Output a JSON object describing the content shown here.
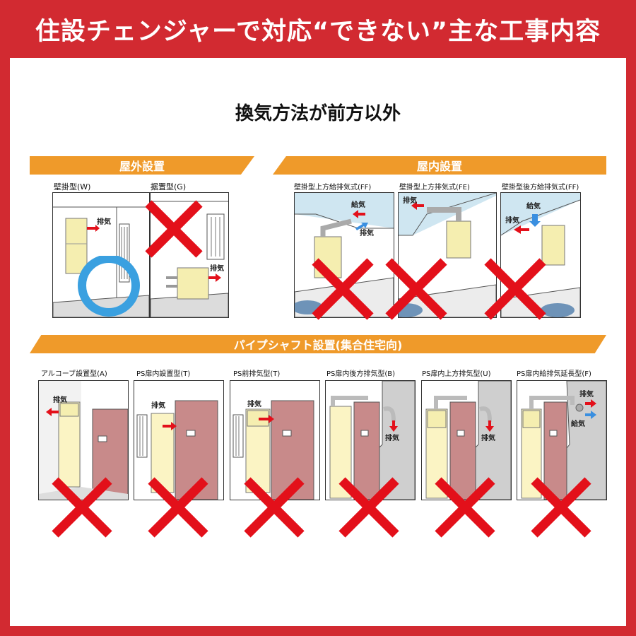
{
  "header": {
    "title": "住設チェンジャーで対応“できない”主な工事内容"
  },
  "subtitle": "換気方法が前方以外",
  "sections": {
    "outdoor": {
      "label": "屋外設置"
    },
    "indoor": {
      "label": "屋内設置"
    },
    "pipe": {
      "label": "パイプシャフト設置(集合住宅向)"
    }
  },
  "panels": {
    "wall": {
      "caption": "壁掛型(W)",
      "exhaust": "排気"
    },
    "floor": {
      "caption": "据置型(G)",
      "exhaust": "排気"
    },
    "ff": {
      "caption": "壁掛型上方給排気式(FF)",
      "intake": "給気",
      "exhaust": "排気"
    },
    "fe": {
      "caption": "壁掛型上方排気式(FE)",
      "exhaust": "排気"
    },
    "ffb": {
      "caption": "壁掛型後方給排気式(FF)",
      "intake": "給気",
      "exhaust": "排気"
    },
    "alcove": {
      "caption": "アルコーブ設置型(A)",
      "exhaust": "排気"
    },
    "psdoor": {
      "caption": "PS扉内設置型(T)",
      "exhaust": "排気"
    },
    "psfront": {
      "caption": "PS前排気型(T)",
      "exhaust": "排気"
    },
    "psrear": {
      "caption": "PS扉内後方排気型(B)",
      "exhaust": "排気"
    },
    "psup": {
      "caption": "PS扉内上方排気型(U)",
      "exhaust": "排気"
    },
    "psext": {
      "caption": "PS扉内給排気延長型(F)",
      "exhaust": "排気",
      "intake": "給気"
    }
  },
  "colors": {
    "frame": "#d22a31",
    "banner": "#ef9a2a",
    "ok": "#3aa0e0",
    "ng": "#e3101a",
    "unit": "#f5eeb0"
  }
}
